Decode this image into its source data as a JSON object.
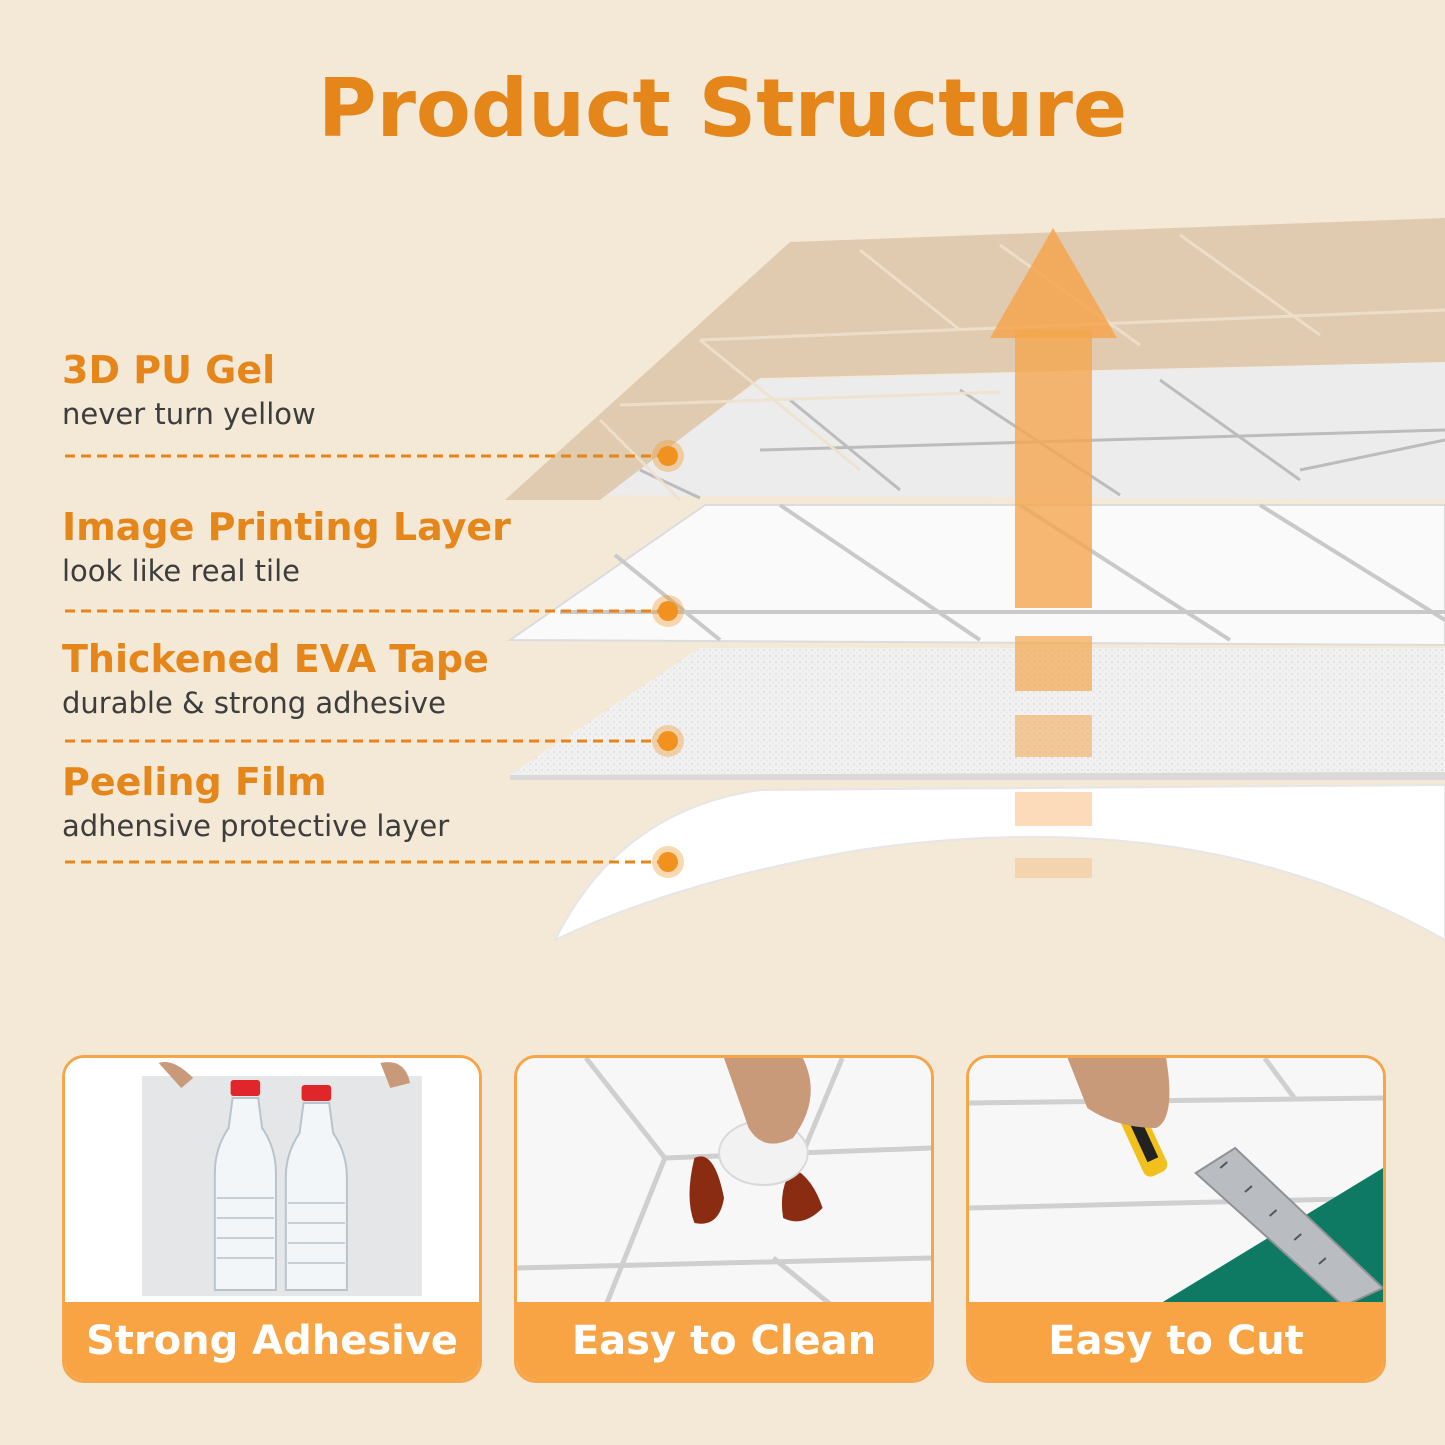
{
  "title": "Product Structure",
  "layers": [
    {
      "name": "3D PU Gel",
      "desc": "never turn yellow"
    },
    {
      "name": "Image Printing Layer",
      "desc": "look like real tile"
    },
    {
      "name": "Thickened EVA Tape",
      "desc": "durable & strong adhesive"
    },
    {
      "name": "Peeling Film",
      "desc": "adhensive protective layer"
    }
  ],
  "features": [
    {
      "label": "Strong Adhesive",
      "icon": "bottles-on-sheet-icon"
    },
    {
      "label": "Easy to Clean",
      "icon": "wipe-cloth-icon"
    },
    {
      "label": "Easy to Cut",
      "icon": "cutter-ruler-icon"
    }
  ],
  "colors": {
    "accent": "#e5861a",
    "band": "#f8a444",
    "background": "#f4e8d7"
  }
}
